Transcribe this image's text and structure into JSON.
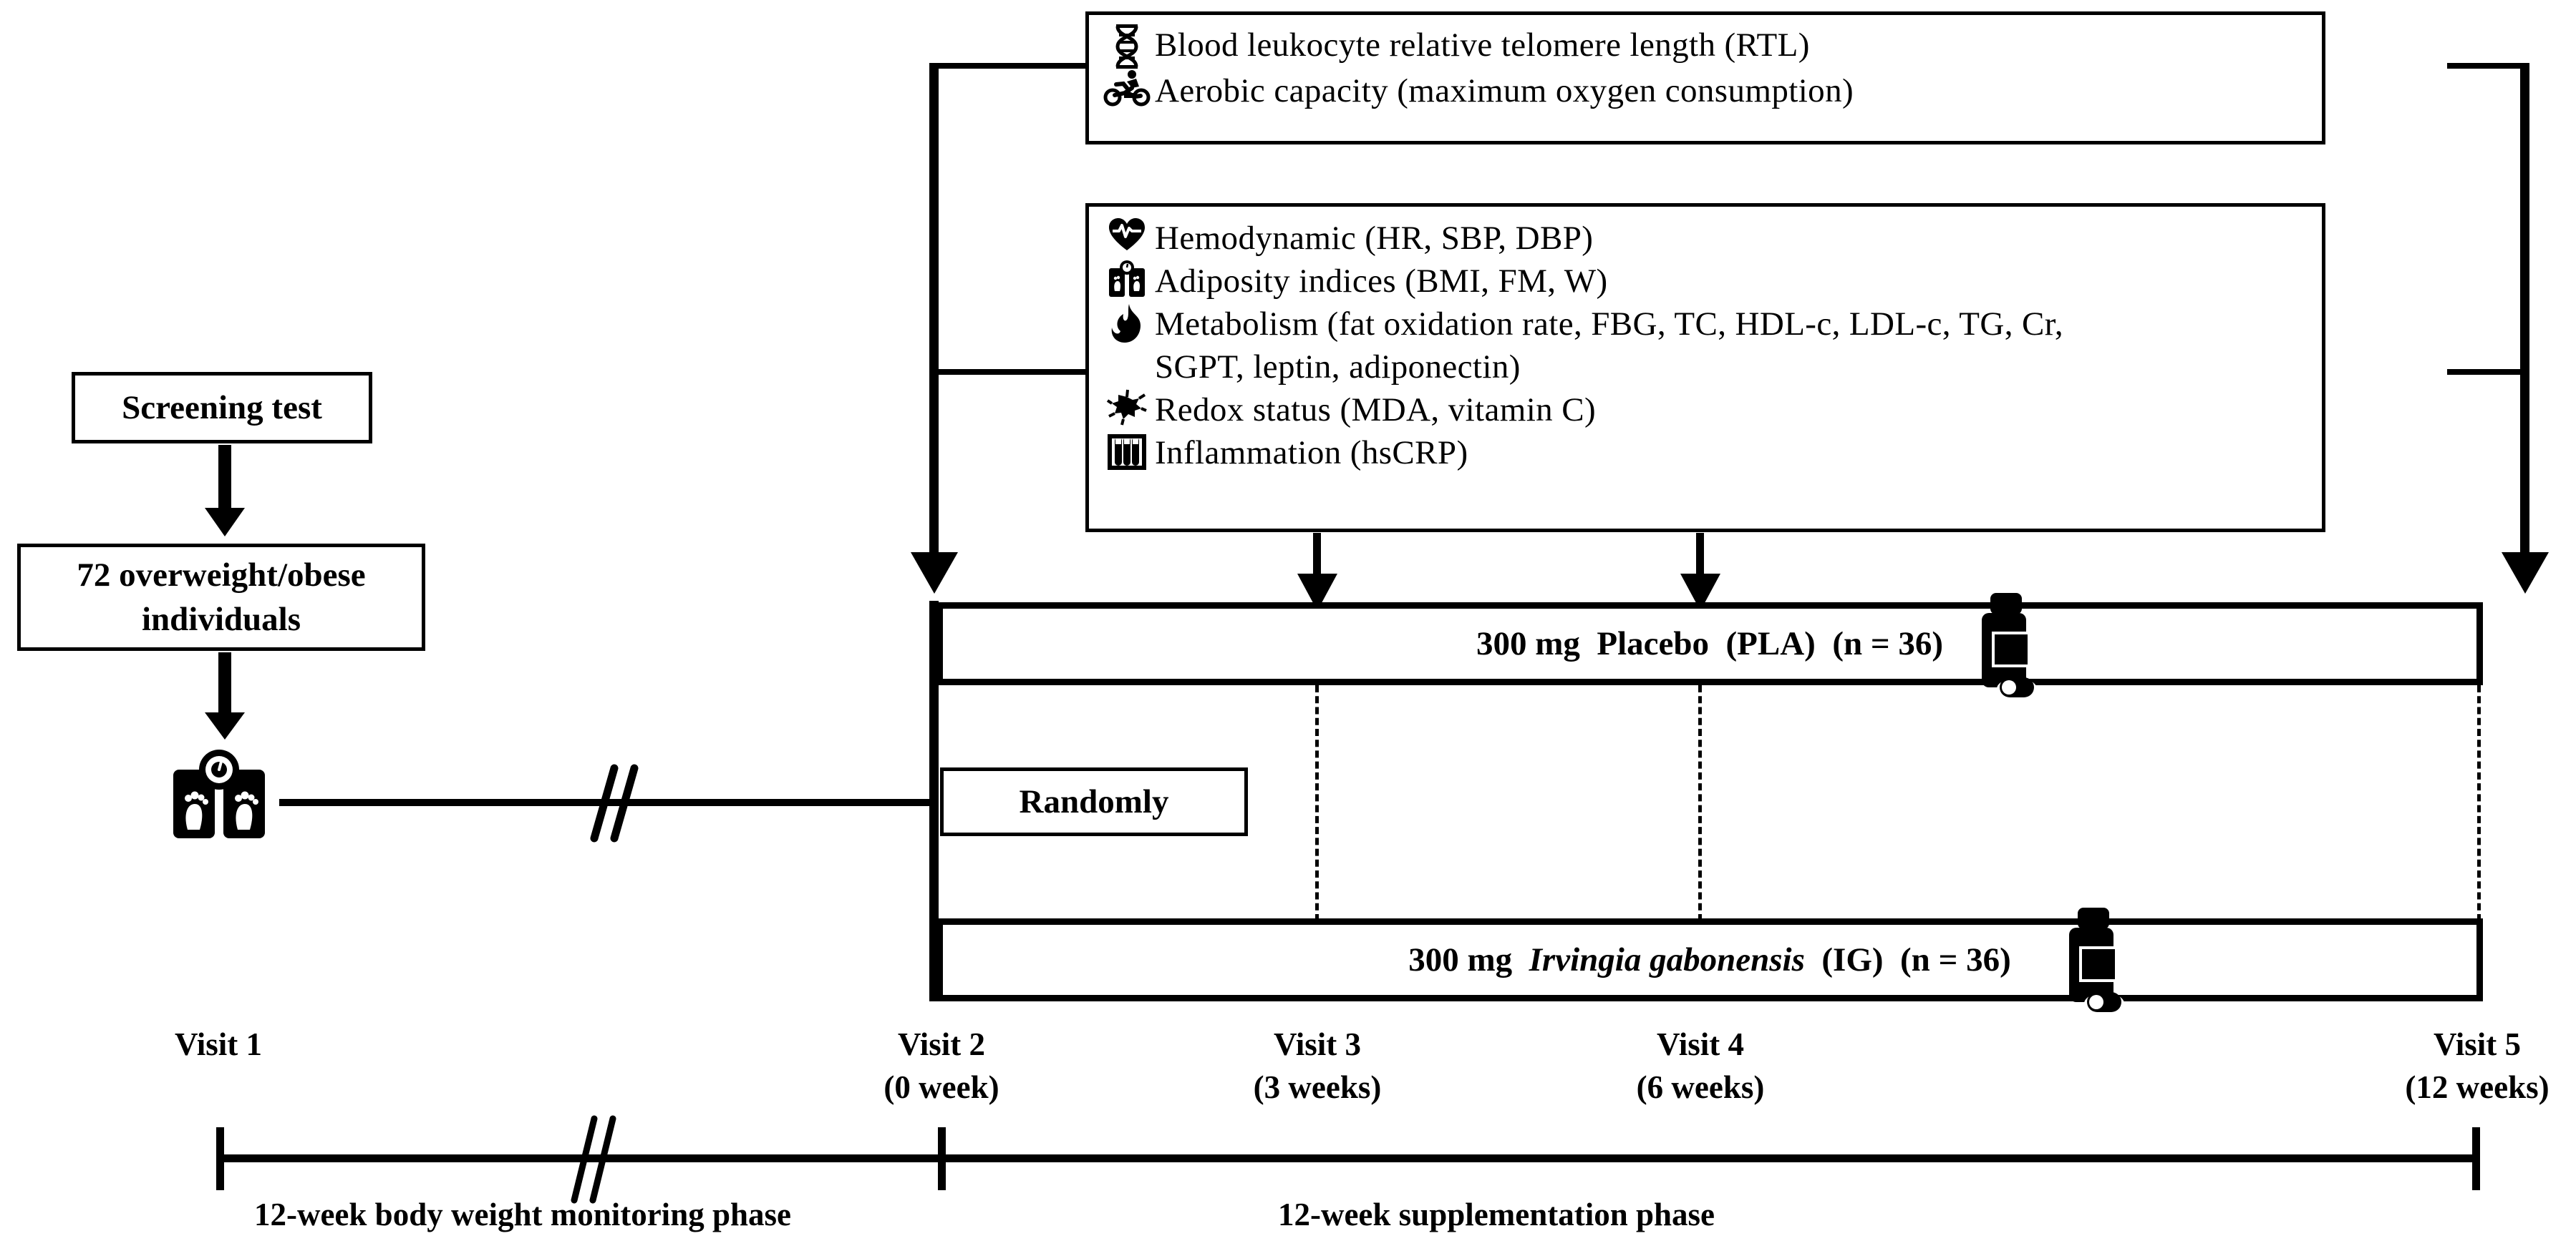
{
  "diagram": {
    "title": "Study design flow diagram",
    "colors": {
      "ink": "#000000",
      "paper": "#ffffff"
    }
  },
  "screening": {
    "screening_label": "Screening test",
    "participants_label": "72 overweight/obese individuals",
    "scale_icon": "weight-scale-icon"
  },
  "randomization": {
    "label": "Randomly"
  },
  "outcome_box_primary": {
    "items": [
      {
        "icon": "dna-helix-icon",
        "text": "Blood leukocyte relative telomere length (RTL)"
      },
      {
        "icon": "cyclist-icon",
        "text": "Aerobic capacity (maximum oxygen consumption)"
      }
    ]
  },
  "outcome_box_secondary": {
    "items": [
      {
        "icon": "heart-pulse-icon",
        "text": "Hemodynamic (HR, SBP, DBP)"
      },
      {
        "icon": "weight-scale-icon",
        "text": "Adiposity indices (BMI, FM, W)"
      },
      {
        "icon": "flame-icon",
        "text": "Metabolism (fat oxidation rate, FBG, TC, HDL-c, LDL-c, TG, Cr,"
      },
      {
        "icon": "",
        "text": "SGPT, leptin, adiponectin)"
      },
      {
        "icon": "free-radical-icon",
        "text": "Redox status (MDA, vitamin C)"
      },
      {
        "icon": "test-tubes-icon",
        "text": "Inflammation (hsCRP)"
      }
    ]
  },
  "arms": [
    {
      "id": "placebo",
      "dose": "300 mg",
      "name": "Placebo",
      "abbrev": "(PLA)",
      "n_text": "(n = 36)",
      "italic_name": false,
      "pill_icon": "pill-bottle-icon"
    },
    {
      "id": "ig",
      "dose": "300 mg",
      "name": "Irvingia gabonensis",
      "abbrev": "(IG)",
      "n_text": "(n = 36)",
      "italic_name": true,
      "pill_icon": "pill-bottle-icon"
    }
  ],
  "timeline": {
    "visits": [
      {
        "name": "Visit 1",
        "week": ""
      },
      {
        "name": "Visit 2",
        "week": "(0 week)"
      },
      {
        "name": "Visit 3",
        "week": "(3 weeks)"
      },
      {
        "name": "Visit 4",
        "week": "(6 weeks)"
      },
      {
        "name": "Visit 5",
        "week": "(12 weeks)"
      }
    ],
    "phases": [
      {
        "label": "12-week body weight monitoring phase"
      },
      {
        "label": "12-week supplementation phase"
      }
    ],
    "break_mark": "//"
  }
}
